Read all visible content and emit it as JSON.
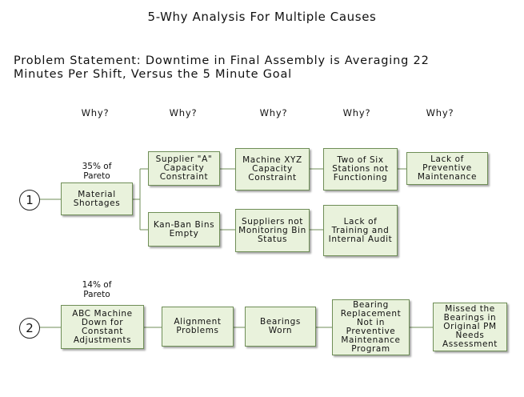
{
  "title": "5-Why Analysis For Multiple Causes",
  "problem_statement": {
    "line1": "Problem Statement:  Downtime in Final Assembly is Averaging 22",
    "line2": "Minutes Per Shift, Versus the 5 Minute Goal"
  },
  "why_headers": [
    "Why?",
    "Why?",
    "Why?",
    "Why?",
    "Why?"
  ],
  "cause1": {
    "number": "1",
    "pareto": [
      "35% of",
      "Pareto"
    ],
    "root": "Material Shortages",
    "branch_a": [
      "Supplier \"A\" Capacity Constraint",
      "Machine XYZ Capacity Constraint",
      "Two of Six Stations not Functioning",
      "Lack of Preventive Maintenance"
    ],
    "branch_b": [
      "Kan-Ban Bins Empty",
      "Suppliers not Monitoring Bin Status",
      "Lack of Training and Internal Audit"
    ]
  },
  "cause2": {
    "number": "2",
    "pareto": [
      "14% of",
      "Pareto"
    ],
    "chain": [
      "ABC Machine Down for Constant Adjustments",
      "Alignment Problems",
      "Bearings Worn",
      "Bearing Replacement Not in Preventive Maintenance Program",
      "Missed the Bearings in Original PM Needs Assessment"
    ]
  }
}
